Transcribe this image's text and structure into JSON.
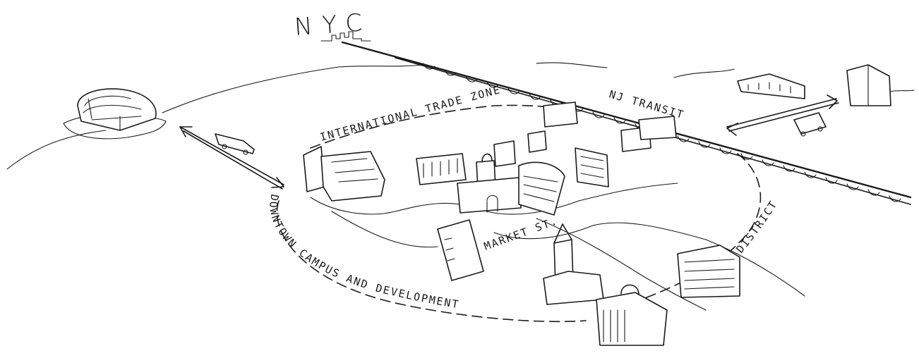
{
  "labels": {
    "city": "NYC",
    "transit": "NJ TRANSIT",
    "trade_zone": "INTERNATIONAL TRADE ZONE",
    "downtown": "DOWNTOWN CAMPUS AND DEVELOPMENT",
    "district": "DISTRICT",
    "market": "MARKET ST."
  }
}
